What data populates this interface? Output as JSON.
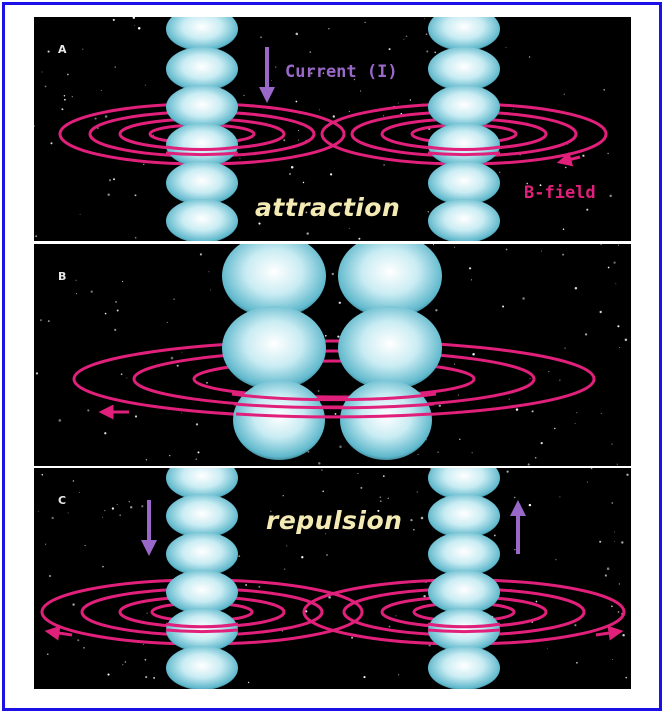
{
  "panels": [
    {
      "label": "A",
      "caption": "attraction",
      "current_label": "Current (I)",
      "field_label": "B-field"
    },
    {
      "label": "B"
    },
    {
      "label": "C",
      "caption": "repulsion"
    }
  ],
  "colors": {
    "border": "#1b10e6",
    "field_line": "#e0207a",
    "current_arrow": "#9a68c8",
    "filament": "#9fd8e6",
    "caption": "#f4ebb4"
  }
}
